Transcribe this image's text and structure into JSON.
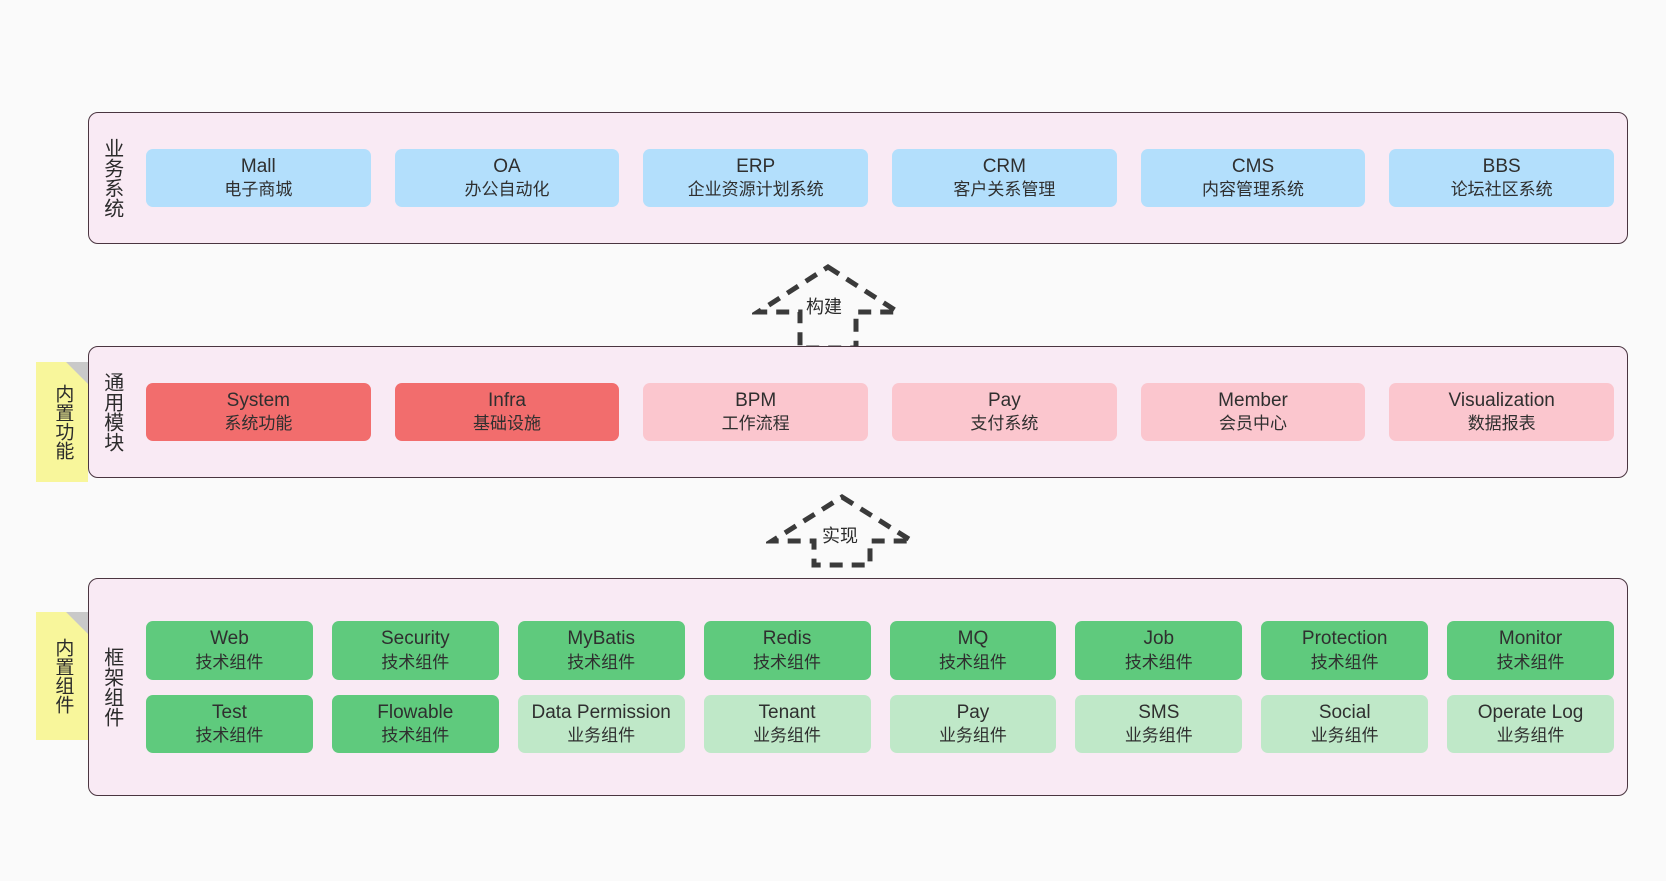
{
  "diagram": {
    "background": "#fafafa",
    "layer_border_color": "#4a3540",
    "layer_fill_color": "#f9eaf4",
    "note_color": "#f8f69b",
    "colors": {
      "business": "#b3dffc",
      "core_module": "#f26d6d",
      "module": "#fbc6ce",
      "tech_component": "#5fca7d",
      "biz_component": "#bfe8c8"
    }
  },
  "layers": {
    "business": {
      "title": "业务系统",
      "cards": [
        {
          "en": "Mall",
          "cn": "电子商城"
        },
        {
          "en": "OA",
          "cn": "办公自动化"
        },
        {
          "en": "ERP",
          "cn": "企业资源计划系统"
        },
        {
          "en": "CRM",
          "cn": "客户关系管理"
        },
        {
          "en": "CMS",
          "cn": "内容管理系统"
        },
        {
          "en": "BBS",
          "cn": "论坛社区系统"
        }
      ]
    },
    "common": {
      "title": "通用模块",
      "note": "内置功能",
      "cards": [
        {
          "en": "System",
          "cn": "系统功能",
          "variant": "c-red"
        },
        {
          "en": "Infra",
          "cn": "基础设施",
          "variant": "c-red"
        },
        {
          "en": "BPM",
          "cn": "工作流程",
          "variant": "c-pink"
        },
        {
          "en": "Pay",
          "cn": "支付系统",
          "variant": "c-pink"
        },
        {
          "en": "Member",
          "cn": "会员中心",
          "variant": "c-pink"
        },
        {
          "en": "Visualization",
          "cn": "数据报表",
          "variant": "c-pink"
        }
      ]
    },
    "framework": {
      "title": "框架组件",
      "note": "内置组件",
      "row1": [
        {
          "en": "Web",
          "cn": "技术组件"
        },
        {
          "en": "Security",
          "cn": "技术组件"
        },
        {
          "en": "MyBatis",
          "cn": "技术组件"
        },
        {
          "en": "Redis",
          "cn": "技术组件"
        },
        {
          "en": "MQ",
          "cn": "技术组件"
        },
        {
          "en": "Job",
          "cn": "技术组件"
        },
        {
          "en": "Protection",
          "cn": "技术组件"
        },
        {
          "en": "Monitor",
          "cn": "技术组件"
        }
      ],
      "row2": [
        {
          "en": "Test",
          "cn": "技术组件",
          "variant": "c-green"
        },
        {
          "en": "Flowable",
          "cn": "技术组件",
          "variant": "c-green"
        },
        {
          "en": "Data Permission",
          "cn": "业务组件",
          "variant": "c-lightgreen",
          "wrap": true
        },
        {
          "en": "Tenant",
          "cn": "业务组件",
          "variant": "c-lightgreen"
        },
        {
          "en": "Pay",
          "cn": "业务组件",
          "variant": "c-lightgreen"
        },
        {
          "en": "SMS",
          "cn": "业务组件",
          "variant": "c-lightgreen"
        },
        {
          "en": "Social",
          "cn": "业务组件",
          "variant": "c-lightgreen"
        },
        {
          "en": "Operate Log",
          "cn": "业务组件",
          "variant": "c-lightgreen"
        }
      ]
    }
  },
  "arrows": [
    {
      "label": "构建"
    },
    {
      "label": "实现"
    }
  ]
}
